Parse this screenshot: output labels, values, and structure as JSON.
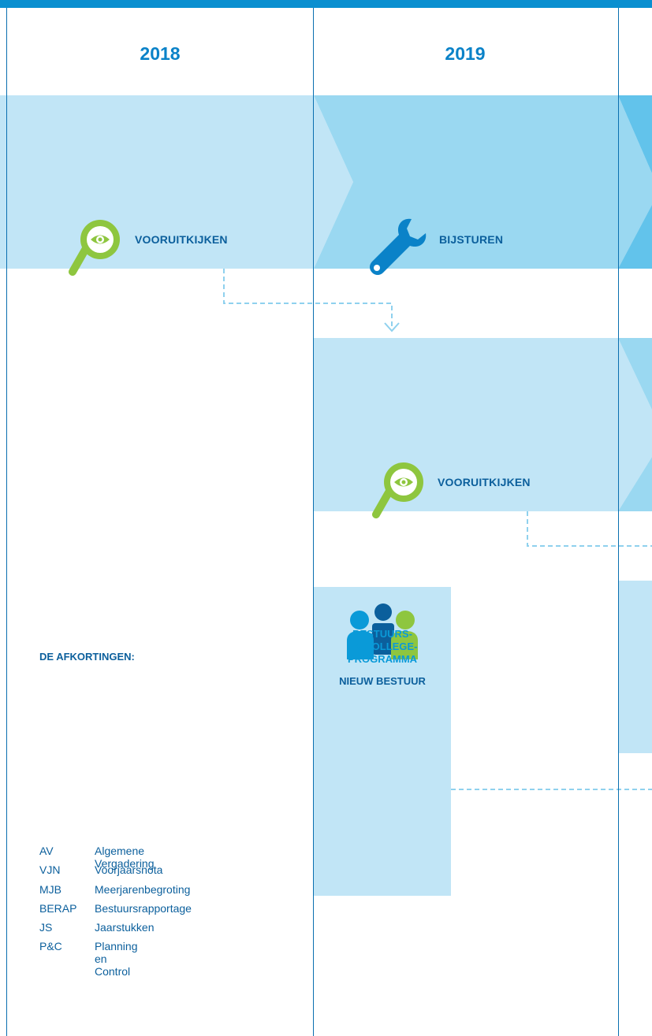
{
  "years": [
    "2018",
    "2019"
  ],
  "phases": {
    "top_left": "VOORUITKIJKEN",
    "top_right": "BIJSTUREN",
    "middle": "VOORUITKIJKEN"
  },
  "boxes": {
    "board_label": "NIEUW BESTUUR",
    "program_lines": [
      "BESTUURS-",
      "EN COLLEGE-",
      "PROGRAMMA"
    ]
  },
  "abbreviations": {
    "title": "DE AFKORTINGEN:",
    "items": [
      {
        "code": "AV",
        "desc": "Algemene Vergadering"
      },
      {
        "code": "VJN",
        "desc": "Voorjaarsnota"
      },
      {
        "code": "MJB",
        "desc": "Meerjarenbegroting"
      },
      {
        "code": "BERAP",
        "desc": "Bestuursrapportage"
      },
      {
        "code": "JS",
        "desc": "Jaarstukken"
      },
      {
        "code": "P&C",
        "desc": "Planning en Control"
      }
    ]
  },
  "colors": {
    "accent_blue": "#0a82c8",
    "dark_text": "#0b5f9c",
    "light_fill": "#c1e5f6",
    "mid_fill": "#9ad8f1",
    "deep_fill": "#62c3eb",
    "green": "#8ec63f",
    "dashed": "#8fd1ee"
  },
  "icons": [
    "magnifier-eye-icon",
    "wrench-icon",
    "people-group-icon"
  ]
}
